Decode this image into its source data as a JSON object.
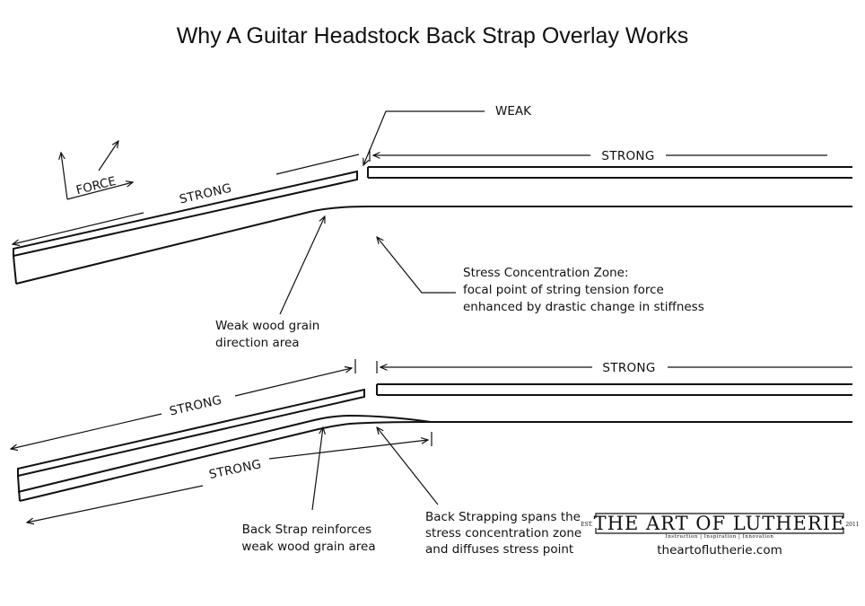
{
  "title": "Why A Guitar Headstock Back Strap Overlay Works",
  "top_diagram": {
    "weak_label": "WEAK",
    "strong_right_label": "STRONG",
    "strong_headstock_label": "STRONG",
    "force_label": "FORCE",
    "stress_zone_lines": [
      "Stress Concentration Zone:",
      "focal point of string tension force",
      "enhanced by drastic change in stiffness"
    ],
    "weak_grain_lines": [
      "Weak wood grain",
      "direction area"
    ]
  },
  "bottom_diagram": {
    "strong_right_label": "STRONG",
    "strong_headstock_label": "STRONG",
    "strong_strap_label": "STRONG",
    "back_strap_lines": [
      "Back Strap reinforces",
      "weak wood grain area"
    ],
    "spans_lines": [
      "Back Strapping spans the",
      "stress concentration zone",
      "and diffuses stress point"
    ]
  },
  "logo": {
    "name": "THE ART OF LUTHERIE",
    "est": "EST.",
    "year": "2011",
    "tagline": "Instruction | Inspiration | Innovation",
    "url": "theartoflutherie.com"
  }
}
